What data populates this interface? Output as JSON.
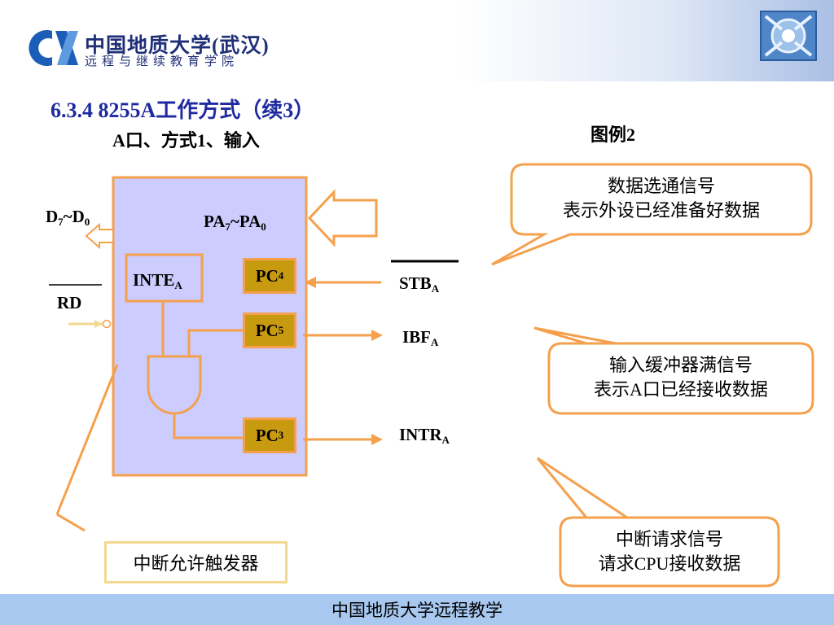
{
  "header": {
    "logo_line1": "中国地质大学(武汉)",
    "logo_line2": "远程与继续教育学院"
  },
  "slide": {
    "title": "6.3.4    8255A工作方式（续3）",
    "subtitle": "A口、方式1、输入",
    "legend_label": "图例2"
  },
  "diagram": {
    "data_bus_main": "D",
    "data_bus_sub1": "7",
    "data_bus_mid": "~D",
    "data_bus_sub2": "0",
    "port_a_main": "PA",
    "port_a_sub1": "7",
    "port_a_mid": "~PA",
    "port_a_sub2": "0",
    "rd_label": "RD",
    "inte_main": "INTE",
    "inte_sub": "A",
    "pc4_main": "PC",
    "pc4_sub": "4",
    "pc5_main": "PC",
    "pc5_sub": "5",
    "pc3_main": "PC",
    "pc3_sub": "3",
    "stb_main": "STB",
    "stb_sub": "A",
    "ibf_main": "IBF",
    "ibf_sub": "A",
    "intr_main": "INTR",
    "intr_sub": "A"
  },
  "callouts": {
    "stb_line1": "数据选通信号",
    "stb_line2": "表示外设已经准备好数据",
    "ibf_line1": "输入缓冲器满信号",
    "ibf_line2": "表示A口已经接收数据",
    "intr_line1": "中断请求信号",
    "intr_line2": "请求CPU接收数据",
    "trigger": "中断允许触发器"
  },
  "footer": {
    "text": "中国地质大学远程教学"
  },
  "colors": {
    "chip_fill": "#ccccff",
    "chip_border": "#f5a04c",
    "wire": "#f5a04c",
    "pc_box_fill": "#c89a10",
    "title": "#1f2aa0",
    "footer_bg": "#a8c8f0"
  }
}
